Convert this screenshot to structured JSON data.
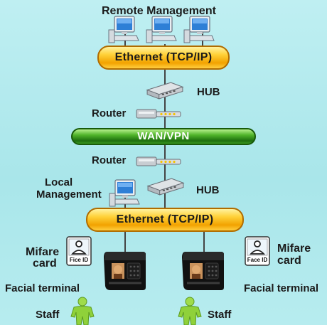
{
  "labels": {
    "remote_management": "Remote Management",
    "ethernet_top": "Ethernet (TCP/IP)",
    "hub_top": "HUB",
    "router_top": "Router",
    "wan": "WAN/VPN",
    "router_bottom": "Router",
    "local_management_line1": "Local",
    "local_management_line2": "Management",
    "hub_bottom": "HUB",
    "ethernet_bottom": "Ethernet (TCP/IP)",
    "mifare_left_line1": "Mifare",
    "mifare_left_line2": "card",
    "mifare_right_line1": "Mifare",
    "mifare_right_line2": "card",
    "card_left_text": "Fice ID",
    "card_right_text": "Face ID",
    "facial_terminal_left": "Facial terminal",
    "facial_terminal_right": "Facial terminal",
    "staff_left": "Staff",
    "staff_right": "Staff"
  },
  "colors": {
    "background": "#aee8ec",
    "ethernet_bar": "#f5b000",
    "wan_bar": "#2f8a18",
    "staff_figure": "#8fd13a"
  },
  "icons": [
    "computer-icon",
    "hub-icon",
    "router-icon",
    "id-card-icon",
    "facial-terminal-icon",
    "person-icon"
  ]
}
